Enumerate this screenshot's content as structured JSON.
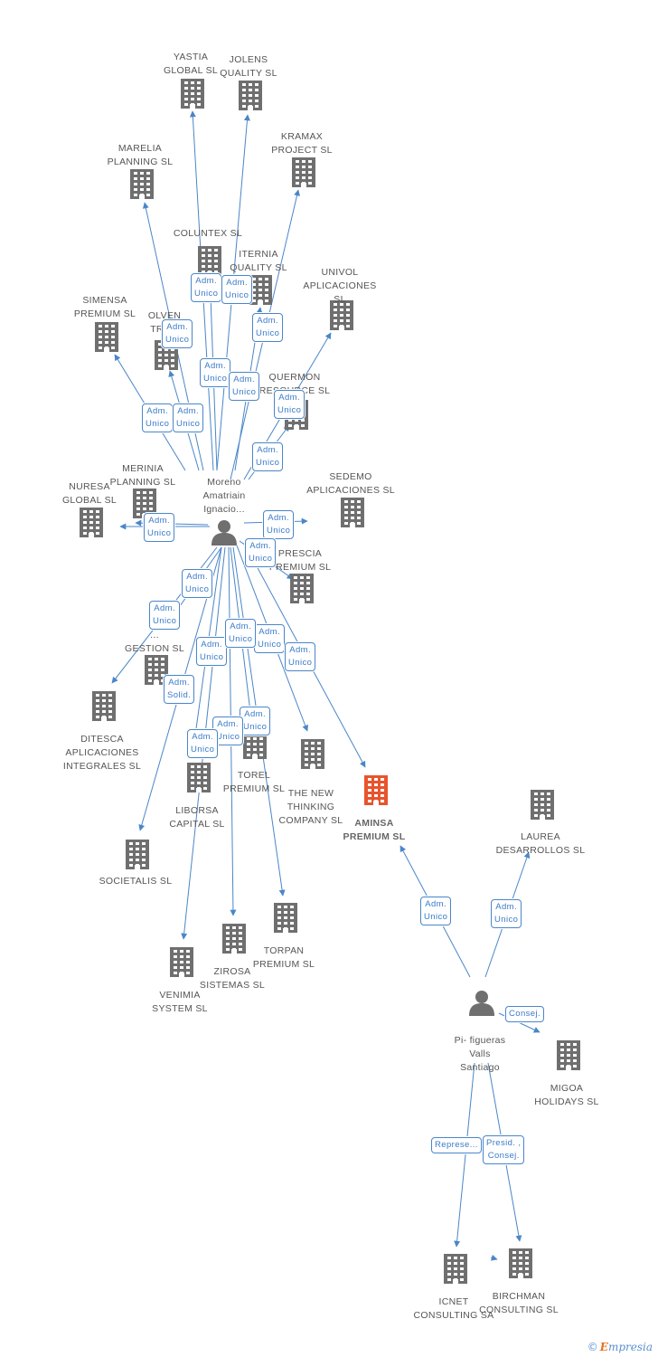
{
  "colors": {
    "edge": "#4a86c8",
    "node": "#6f6f6f",
    "highlight": "#e8542c",
    "label": "#555555"
  },
  "nodes": [
    {
      "id": "yastia",
      "label": "YASTIA\nGLOBAL  SL",
      "kind": "company"
    },
    {
      "id": "jolens",
      "label": "JOLENS\nQUALITY  SL",
      "kind": "company"
    },
    {
      "id": "kramax",
      "label": "KRAMAX\nPROJECT  SL",
      "kind": "company"
    },
    {
      "id": "marelia",
      "label": "MARELIA\nPLANNING  SL",
      "kind": "company"
    },
    {
      "id": "coluntex",
      "label": "COLUNTEX  SL",
      "kind": "company"
    },
    {
      "id": "iternia",
      "label": "ITERNIA\nQUALITY  SL",
      "kind": "company"
    },
    {
      "id": "univol",
      "label": "UNIVOL\nAPLICACIONES\nSL",
      "kind": "company"
    },
    {
      "id": "simensa",
      "label": "SIMENSA\nPREMIUM  SL",
      "kind": "company"
    },
    {
      "id": "olven",
      "label": "OLVEN\nTRA...",
      "kind": "company"
    },
    {
      "id": "quermon",
      "label": "QUERMON\nRESOURCE  SL",
      "kind": "company"
    },
    {
      "id": "merinia",
      "label": "MERINIA\nPLANNING  SL",
      "kind": "company"
    },
    {
      "id": "nuresa",
      "label": "NURESA\nGLOBAL  SL",
      "kind": "company"
    },
    {
      "id": "sedemo",
      "label": "SEDEMO\nAPLICACIONES SL",
      "kind": "company"
    },
    {
      "id": "moreno",
      "label": "Moreno\nAmatriain\nIgnacio...",
      "kind": "person"
    },
    {
      "id": "prescia",
      "label": "PRESCIA\nPREMIUM  SL",
      "kind": "company"
    },
    {
      "id": "gestion",
      "label": "...\nGESTION  SL",
      "kind": "company"
    },
    {
      "id": "ditesca",
      "label": "DITESCA\nAPLICACIONES\nINTEGRALES SL",
      "kind": "company"
    },
    {
      "id": "torel",
      "label": "TOREL\nPREMIUM  SL",
      "kind": "company"
    },
    {
      "id": "thenew",
      "label": "THE NEW\nTHINKING\nCOMPANY SL",
      "kind": "company"
    },
    {
      "id": "aminsa",
      "label": "AMINSA\nPREMIUM  SL",
      "kind": "company",
      "highlight": true
    },
    {
      "id": "laurea",
      "label": "LAUREA\nDESARROLLOS SL",
      "kind": "company"
    },
    {
      "id": "liborsa",
      "label": "LIBORSA\nCAPITAL  SL",
      "kind": "company"
    },
    {
      "id": "societalis",
      "label": "SOCIETALIS SL",
      "kind": "company"
    },
    {
      "id": "torpan",
      "label": "TORPAN\nPREMIUM  SL",
      "kind": "company"
    },
    {
      "id": "zirosa",
      "label": "ZIROSA\nSISTEMAS  SL",
      "kind": "company"
    },
    {
      "id": "venimia",
      "label": "VENIMIA\nSYSTEM  SL",
      "kind": "company"
    },
    {
      "id": "pifigueras",
      "label": "Pi- figueras\nValls\nSantiago",
      "kind": "person"
    },
    {
      "id": "migoa",
      "label": "MIGOA\nHOLIDAYS  SL",
      "kind": "company"
    },
    {
      "id": "icnet",
      "label": "ICNET\nCONSULTING SA",
      "kind": "company"
    },
    {
      "id": "birchman",
      "label": "BIRCHMAN\nCONSULTING SL",
      "kind": "company"
    }
  ],
  "relations": [
    {
      "from": "moreno",
      "to": "yastia",
      "label": "Adm.\nUnico"
    },
    {
      "from": "moreno",
      "to": "jolens",
      "label": "Adm.\nUnico"
    },
    {
      "from": "moreno",
      "to": "kramax",
      "label": "Adm.\nUnico"
    },
    {
      "from": "moreno",
      "to": "marelia",
      "label": "Adm.\nUnico"
    },
    {
      "from": "moreno",
      "to": "coluntex",
      "label": "Adm.\nUnico"
    },
    {
      "from": "moreno",
      "to": "iternia",
      "label": "Adm.\nUnico"
    },
    {
      "from": "moreno",
      "to": "univol",
      "label": "Adm.\nUnico"
    },
    {
      "from": "moreno",
      "to": "simensa",
      "label": "Adm.\nUnico"
    },
    {
      "from": "moreno",
      "to": "olven",
      "label": "Adm.\nUnico"
    },
    {
      "from": "moreno",
      "to": "quermon",
      "label": "Adm.\nUnico"
    },
    {
      "from": "moreno",
      "to": "merinia",
      "label": "Adm.\nUnico"
    },
    {
      "from": "moreno",
      "to": "nuresa",
      "label": "Adm.\nUnico"
    },
    {
      "from": "moreno",
      "to": "sedemo",
      "label": "Adm.\nUnico"
    },
    {
      "from": "moreno",
      "to": "prescia",
      "label": "Adm.\nUnico"
    },
    {
      "from": "moreno",
      "to": "gestion",
      "label": "Adm.\nUnico"
    },
    {
      "from": "moreno",
      "to": "ditesca",
      "label": "Adm.\nUnico"
    },
    {
      "from": "moreno",
      "to": "torel",
      "label": "Adm.\nUnico"
    },
    {
      "from": "moreno",
      "to": "thenew",
      "label": "Adm.\nUnico"
    },
    {
      "from": "moreno",
      "to": "aminsa",
      "label": "Adm.\nUnico"
    },
    {
      "from": "moreno",
      "to": "liborsa",
      "label": "Adm.\nUnico"
    },
    {
      "from": "moreno",
      "to": "societalis",
      "label": "Adm.\nSolid."
    },
    {
      "from": "moreno",
      "to": "torpan",
      "label": "Adm.\nUnico"
    },
    {
      "from": "moreno",
      "to": "zirosa",
      "label": "Adm.\nUnico"
    },
    {
      "from": "moreno",
      "to": "venimia",
      "label": "Adm.\nUnico"
    },
    {
      "from": "pifigueras",
      "to": "aminsa",
      "label": "Adm.\nUnico"
    },
    {
      "from": "pifigueras",
      "to": "laurea",
      "label": "Adm.\nUnico"
    },
    {
      "from": "pifigueras",
      "to": "migoa",
      "label": "Consej."
    },
    {
      "from": "pifigueras",
      "to": "icnet",
      "label": "Represe..."
    },
    {
      "from": "pifigueras",
      "to": "birchman",
      "label": "Presid. ,\nConsej."
    },
    {
      "from": "icnet",
      "to": "birchman",
      "label": ""
    }
  ],
  "footer": {
    "copyright": "©",
    "brand_initial": "E",
    "brand_rest": "mpresia"
  }
}
